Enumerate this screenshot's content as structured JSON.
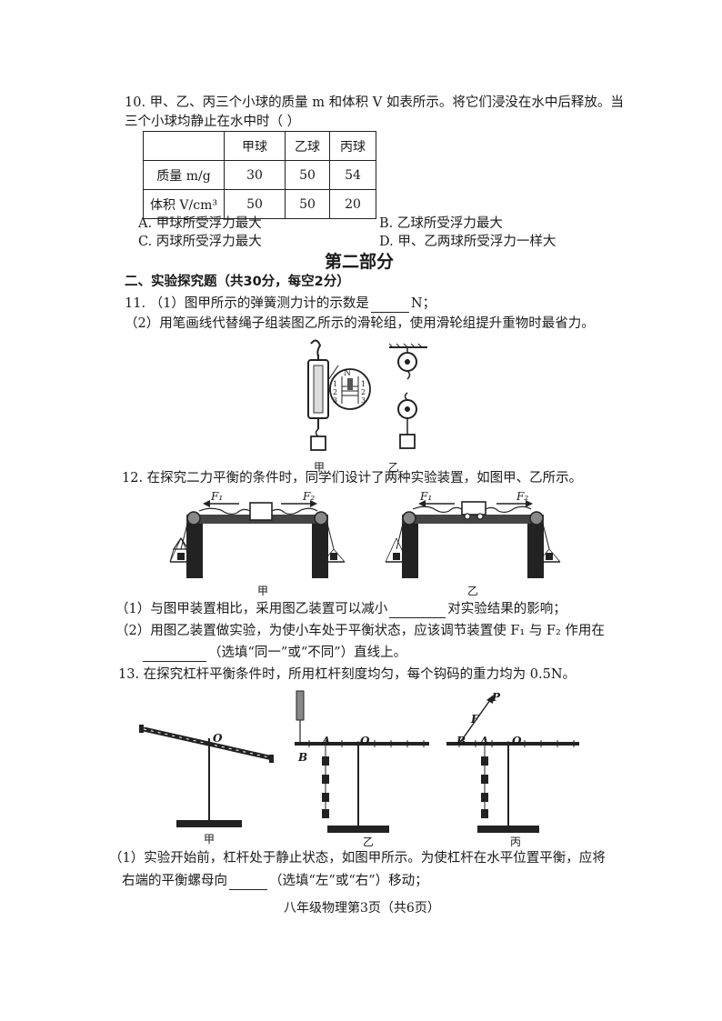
{
  "q10": {
    "line1": "10. 甲、乙、丙三个小球的质量 m 和体积 V 如表所示。将它们浸没在水中后释放。当",
    "line2": "三个小球均静止在水中时（     ）",
    "table": {
      "headers": [
        "",
        "甲球",
        "乙球",
        "丙球"
      ],
      "rows": [
        [
          "质量 m/g",
          "30",
          "50",
          "54"
        ],
        [
          "体积 V/cm³",
          "50",
          "50",
          "20"
        ]
      ]
    },
    "options": {
      "a": "A.  甲球所受浮力最大",
      "b": "B.  乙球所受浮力最大",
      "c": "C.  丙球所受浮力最大",
      "d": "D.  甲、乙两球所受浮力一样大"
    }
  },
  "section_part": "第二部分",
  "section2_heading": "二、实验探究题（共30分，每空2分）",
  "q11": {
    "p1_pre": "11.   （1）图甲所示的弹簧测力计的示数是",
    "p1_post": "N；",
    "p2": "（2）用笔画线代替绳子组装图乙所示的滑轮组，使用滑轮组提升重物时最省力。",
    "fig_jia": "甲",
    "fig_yi": "乙",
    "scale_unit": "N",
    "scale_ticks": [
      "1",
      "2",
      "3"
    ]
  },
  "q12": {
    "stem": "12.  在探究二力平衡的条件时，同学们设计了两种实验装置，如图甲、乙所示。",
    "f1": "F₁",
    "f2": "F₂",
    "fig_jia": "甲",
    "fig_yi": "乙",
    "p1_pre": "（1）与图甲装置相比，采用图乙装置可以减小",
    "p1_post": "对实验结果的影响；",
    "p2_a": "（2）用图乙装置做实验，为使小车处于平衡状态，应该调节装置使 F₁ 与 F₂ 作用在",
    "p2_b": "（选填“同一”或“不同”）直线上。"
  },
  "q13": {
    "stem": "13.  在探究杠杆平衡条件时，所用杠杆刻度均匀，每个钩码的重力均为 0.5N。",
    "label_o": "O",
    "label_a": "A",
    "label_b": "B",
    "label_p": "P",
    "label_f": "F",
    "fig_jia": "甲",
    "fig_yi": "乙",
    "fig_bing": "丙",
    "p1_a": "（1）实验开始前，杠杆处于静止状态，如图甲所示。为使杠杆在水平位置平衡，应将",
    "p1_b_pre": "右端的平衡螺母向",
    "p1_b_post": "（选填“左”或“右”）移动；"
  },
  "footer": "八年级物理第3页（共6页）"
}
